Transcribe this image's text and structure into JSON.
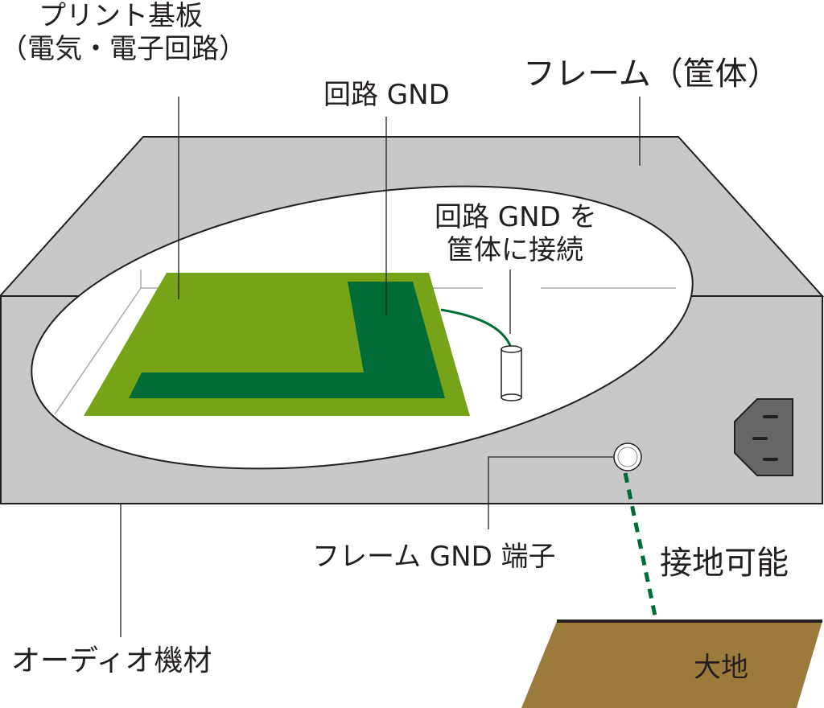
{
  "labels": {
    "pcb_line1": "プリント基板",
    "pcb_line2": "（電気・電子回路）",
    "circuit_gnd": "回路 GND",
    "frame": "フレーム（筐体）",
    "connect_line1": "回路 GND を",
    "connect_line2": "筐体に接続",
    "frame_gnd_terminal": "フレーム GND 端子",
    "groundable": "接地可能",
    "audio_equipment": "オーディオ機材",
    "earth": "大地"
  },
  "colors": {
    "chassis": "#c8c8ca",
    "pcb": "#77a319",
    "trace": "#006d37",
    "earth": "#9c7a3c",
    "inlet": "#666666"
  }
}
